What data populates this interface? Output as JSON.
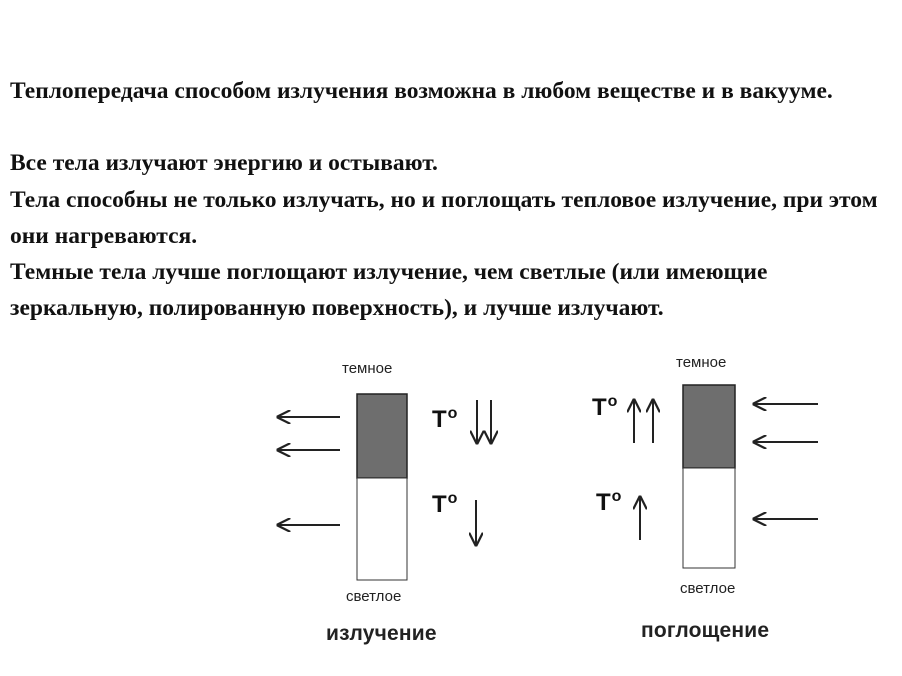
{
  "text": {
    "paragraph1": "Теплопередача способом излучения возможна в любом веществе и в вакууме.",
    "paragraph2": "Все тела излучают энергию и остывают.",
    "paragraph3": "Тела способны не только излучать, но и поглощать тепловое излучение, при этом они нагреваются.",
    "paragraph4": "Темные тела лучше поглощают излучение, чем светлые (или имеющие зеркальную, полированную поверхность), и лучше излучают."
  },
  "figure": {
    "left": {
      "top_label": "темное",
      "bottom_label": "светлое",
      "caption": "излучение",
      "temp_symbol": "T",
      "temp_superscript": "o"
    },
    "right": {
      "top_label": "темное",
      "bottom_label": "светлое",
      "caption": "поглощение",
      "temp_symbol": "T",
      "temp_superscript": "o"
    },
    "colors": {
      "dark_body": "#6e6e6e",
      "light_body": "#ffffff",
      "stroke": "#222222"
    }
  }
}
